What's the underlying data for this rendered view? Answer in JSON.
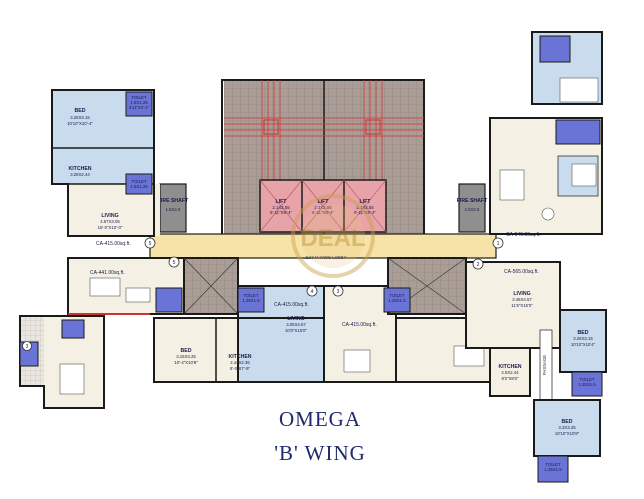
{
  "title": {
    "line1": "OMEGA",
    "line2": "'B' WING"
  },
  "watermark": {
    "text": "DEAL",
    "subtext": "our price"
  },
  "colors": {
    "wall": "#1a1a1a",
    "room_fill": "#f5f0e4",
    "carpet_area": "#c9dcee",
    "lobby": "#f7e2a8",
    "lift": "#e7a3a8",
    "shaft": "#8f8f8f",
    "balcony": "#6a74d6",
    "terrace_tile": "#a99d96",
    "title": "#1f2a6d"
  },
  "rooms": {
    "bed_tl": {
      "name": "BED",
      "dim1": "3.28X3.15",
      "dim2": "10'10\"X10'-4\""
    },
    "toilet_tl": {
      "name": "TOILET",
      "dim1": "1.5X1.25",
      "dim2": "4'11\"X4'-1\""
    },
    "kitchen_tl": {
      "name": "KITCHEN",
      "dim1": "3.28X2.44"
    },
    "toilet_tl2": {
      "name": "TOILET",
      "dim1": "1.5X1.25",
      "dim2": "4'11\"X4'-1\""
    },
    "living_tl": {
      "name": "LIVING",
      "dim1": "4.57X3.05",
      "dim2": "15'-0\"X10'-0\""
    },
    "fire_shaft_l": {
      "name": "FIRE SHAFT",
      "dim1": "1.5X2.5"
    },
    "lift1": {
      "name": "LIFT",
      "dim1": "2.1X2.55",
      "dim2": "6'-11\"X8'-4\""
    },
    "lift2": {
      "name": "LIFT",
      "dim1": "2.1X2.55",
      "dim2": "6'-11\"X8'-4\""
    },
    "lift3": {
      "name": "LIFT",
      "dim1": "2.1X2.55",
      "dim2": "6'-11\"X8'-4\""
    },
    "fire_shaft_r": {
      "name": "FIRE SHAFT",
      "dim1": "1.5X2.5"
    },
    "lobby": {
      "name": "2.68 M WIDE LOBBY"
    },
    "toilet_ml": {
      "name": "TOILET",
      "dim1": "1.25X1.5"
    },
    "bed_ml": {
      "name": "BED",
      "dim1": "3.15X3.25",
      "dim2": "10'-4\"X10'8\""
    },
    "kitchen_ml": {
      "name": "KITCHEN",
      "dim1": "2.44X2.36",
      "dim2": "8'-0\"X7'-9\""
    },
    "toilet_mc": {
      "name": "TOILET",
      "dim1": "1.25X1.5"
    },
    "living_mc": {
      "name": "LIVING",
      "dim1": "3.05X4.57",
      "dim2": "10'0\"X15'0\""
    },
    "living_r": {
      "name": "LIVING",
      "dim1": "3.48X4.57",
      "dim2": "11'5\"X15'0\""
    },
    "bed_r": {
      "name": "BED",
      "dim1": "3.28X3.15",
      "dim2": "10'10\"X10'4\""
    },
    "kitchen_r": {
      "name": "KITCHEN",
      "dim1": "2.5X2.44",
      "dim2": "8'2\"X8'0\""
    },
    "toilet_r": {
      "name": "TOILET",
      "dim1": "1.25X1.5"
    },
    "bed_br": {
      "name": "BED",
      "dim1": "3.3X3.25",
      "dim2": "10'10\"X10'8\""
    },
    "toilet_br": {
      "name": "TOILET",
      "dim1": "1.25X1.5"
    },
    "passage": {
      "name": "PASSAGE"
    }
  },
  "flats": [
    {
      "num": "1",
      "area": "CA-546.00sq.ft."
    },
    {
      "num": "2",
      "area": "CA-565.00sq.ft."
    },
    {
      "num": "3",
      "area": "CA-415.00sq.ft."
    },
    {
      "num": "4",
      "area": "CA-415.00sq.ft."
    },
    {
      "num": "5",
      "area": "CA-441.00sq.ft."
    },
    {
      "num": "5",
      "area": "CA-415.00sq.ft."
    },
    {
      "num": "3",
      "area": ""
    }
  ]
}
